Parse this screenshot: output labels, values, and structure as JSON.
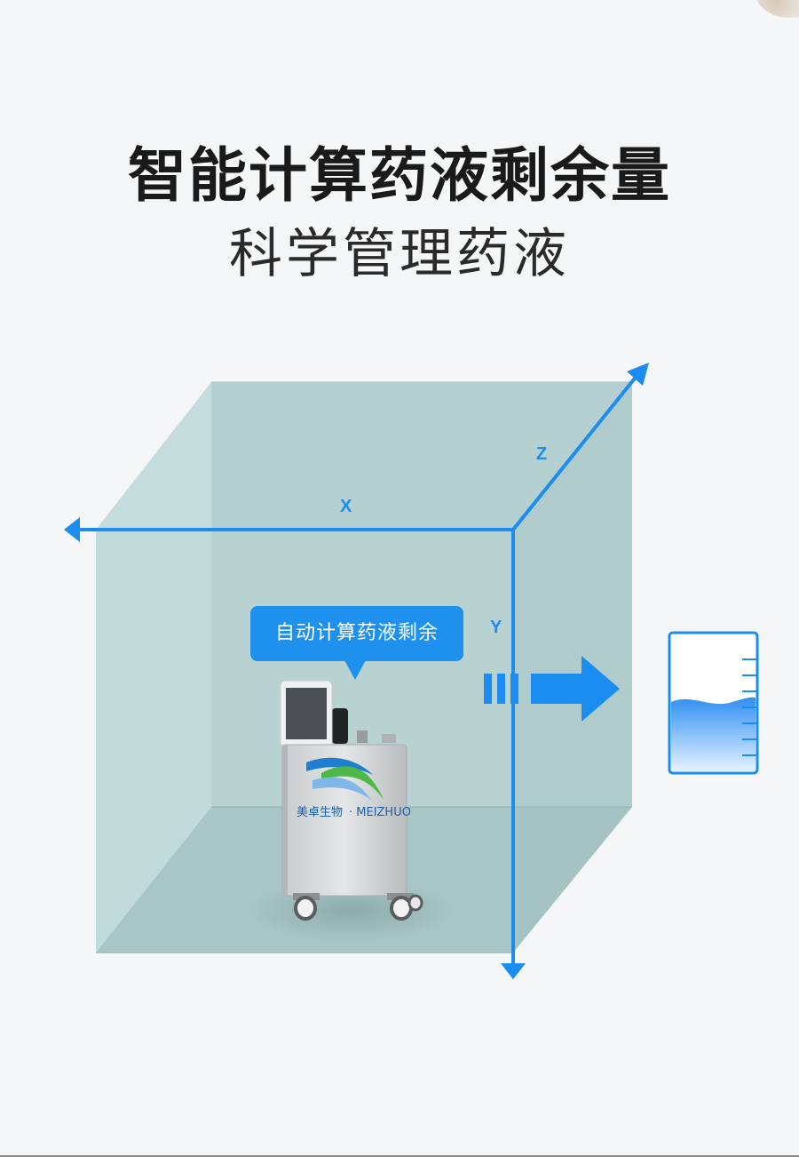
{
  "header": {
    "title": "智能计算药液剩余量",
    "subtitle": "科学管理药液"
  },
  "diagram": {
    "axis_x_label": "X",
    "axis_y_label": "Y",
    "axis_z_label": "Z",
    "bubble_text": "自动计算药液剩余",
    "brand_cn": "美卓生物",
    "brand_en": "· MEIZHUO",
    "colors": {
      "axis": "#1b8cf0",
      "bubble": "#1e90ee",
      "cube_face": "#b3cfd0",
      "cube_floor": "#9dbdbd",
      "liquid": "#3a9af5"
    }
  }
}
